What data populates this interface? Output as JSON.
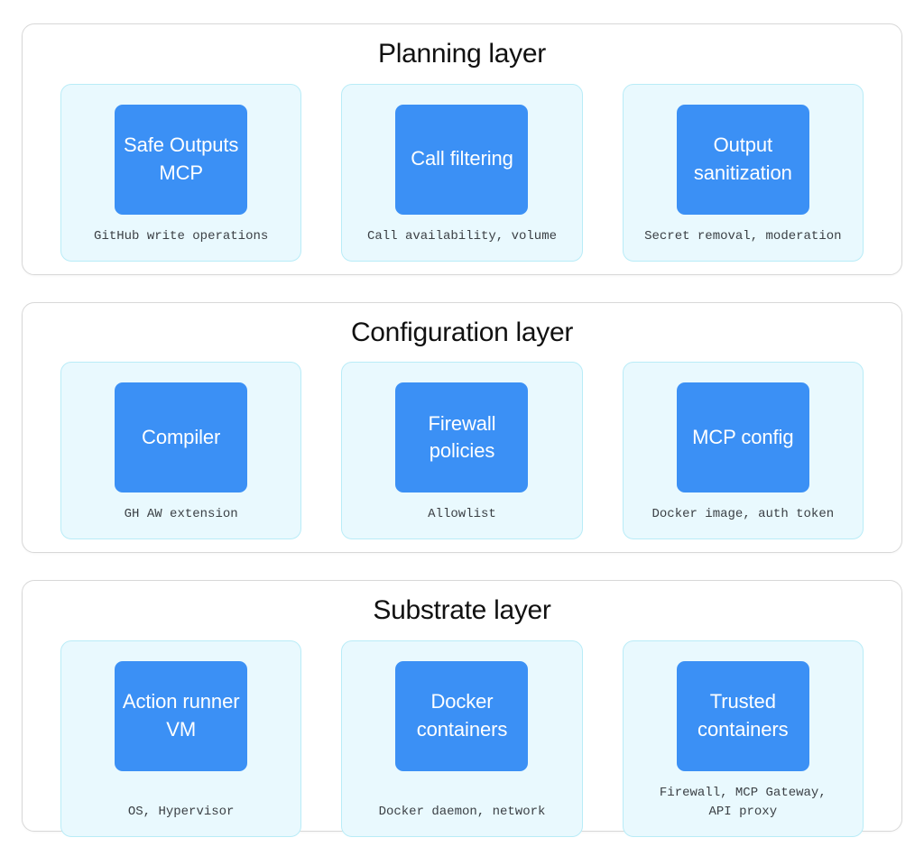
{
  "diagram": {
    "accent_blue": "#3b90f5",
    "card_background": "#e9f9fe",
    "card_border": "#b9ecf7",
    "panel_border": "#d8d8d8",
    "title_color": "#111111",
    "caption_color": "#3b4045",
    "box_text_color": "#ffffff"
  },
  "layers": [
    {
      "title": "Planning layer",
      "components": [
        {
          "name": "Safe Outputs MCP",
          "caption": "GitHub write operations"
        },
        {
          "name": "Call filtering",
          "caption": "Call availability, volume"
        },
        {
          "name": "Output sanitization",
          "caption": "Secret removal, moderation"
        }
      ]
    },
    {
      "title": "Configuration layer",
      "components": [
        {
          "name": "Compiler",
          "caption": "GH AW extension"
        },
        {
          "name": "Firewall policies",
          "caption": "Allowlist"
        },
        {
          "name": "MCP config",
          "caption": "Docker image, auth token"
        }
      ]
    },
    {
      "title": "Substrate layer",
      "components": [
        {
          "name": "Action runner VM",
          "caption": "OS, Hypervisor"
        },
        {
          "name": "Docker containers",
          "caption": "Docker daemon, network"
        },
        {
          "name": "Trusted containers",
          "caption": "Firewall, MCP Gateway,\nAPI proxy"
        }
      ]
    }
  ]
}
